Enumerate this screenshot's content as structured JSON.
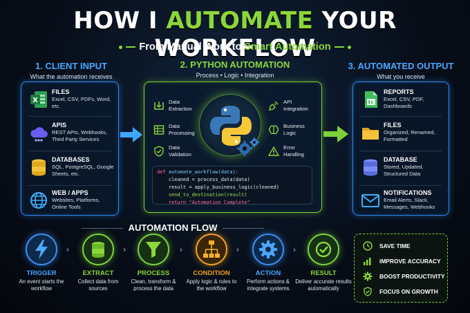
{
  "title": {
    "pre": "HOW I ",
    "highlight": "AUTOMATE",
    "post": " YOUR WORKFLOW"
  },
  "subtitle": {
    "pre": "From Manual Work to ",
    "highlight": "Smart Automation"
  },
  "client_input": {
    "heading": "1. CLIENT INPUT",
    "sub": "What the automation receives",
    "items": [
      {
        "title": "FILES",
        "desc": "Excel, CSV, PDFs, Word, etc.",
        "icon": "excel-file-icon"
      },
      {
        "title": "APIS",
        "desc": "REST APIs, Webhooks, Third Party Services",
        "icon": "cloud-api-icon"
      },
      {
        "title": "DATABASES",
        "desc": "SQL, PostgreSQL, Google Sheets, etc.",
        "icon": "database-icon"
      },
      {
        "title": "WEB / APPS",
        "desc": "Websites, Platforms, Online Tools",
        "icon": "globe-icon"
      }
    ]
  },
  "python_automation": {
    "heading": "2. PYTHON AUTOMATION",
    "sub": "Process • Logic • Integration",
    "left": [
      {
        "label": "Data Extraction",
        "icon": "extraction-icon"
      },
      {
        "label": "Data Processing",
        "icon": "table-icon"
      },
      {
        "label": "Data Validation",
        "icon": "shield-check-icon"
      }
    ],
    "right": [
      {
        "label": "API Integration",
        "icon": "plug-icon"
      },
      {
        "label": "Business Logic",
        "icon": "brain-icon"
      },
      {
        "label": "Error Handling",
        "icon": "warning-icon"
      }
    ],
    "code": [
      "def automate_workflow(data):",
      "    cleaned = process_data(data)",
      "    result = apply_business_logic(cleaned)",
      "    send_to_destination(result)",
      "    return \"Automation Complete\""
    ]
  },
  "automated_output": {
    "heading": "3. AUTOMATED OUTPUT",
    "sub": "What you receive",
    "items": [
      {
        "title": "REPORTS",
        "desc": "Excel, CSV, PDF, Dashboards",
        "icon": "report-icon"
      },
      {
        "title": "FILES",
        "desc": "Organized, Renamed, Formatted",
        "icon": "folder-icon"
      },
      {
        "title": "DATABASE",
        "desc": "Stored, Updated, Structured Data",
        "icon": "database-icon"
      },
      {
        "title": "NOTIFICATIONS",
        "desc": "Email Alerts, Slack, Messages, Webhooks",
        "icon": "mail-icon"
      }
    ]
  },
  "flow": {
    "heading": "AUTOMATION FLOW",
    "steps": [
      {
        "label": "TRIGGER",
        "desc": "An event starts the workflow",
        "color": "#3d8ef0",
        "icon": "lightning-icon"
      },
      {
        "label": "EXTRACT",
        "desc": "Collect data from sources",
        "color": "#7cd23a",
        "icon": "database-icon"
      },
      {
        "label": "PROCESS",
        "desc": "Clean, transform & process the data",
        "color": "#7cd23a",
        "icon": "funnel-icon"
      },
      {
        "label": "CONDITION",
        "desc": "Apply logic & rules to the workflow",
        "color": "#f0a020",
        "icon": "flowchart-icon"
      },
      {
        "label": "ACTION",
        "desc": "Perform actions & integrate systems",
        "color": "#3d8ef0",
        "icon": "gear-icon"
      },
      {
        "label": "RESULT",
        "desc": "Deliver accurate results automatically",
        "color": "#7cd23a",
        "icon": "check-icon"
      }
    ]
  },
  "benefits": [
    {
      "label": "SAVE TIME",
      "icon": "clock-icon"
    },
    {
      "label": "IMPROVE ACCURACY",
      "icon": "chart-icon"
    },
    {
      "label": "BOOST PRODUCTIVITY",
      "icon": "gear-icon"
    },
    {
      "label": "FOCUS ON GROWTH",
      "icon": "shield-check-icon"
    }
  ],
  "colors": {
    "accent_green": "#8bd73a",
    "accent_blue": "#49a8ff",
    "accent_orange": "#f0a020",
    "background": "#070d18"
  }
}
